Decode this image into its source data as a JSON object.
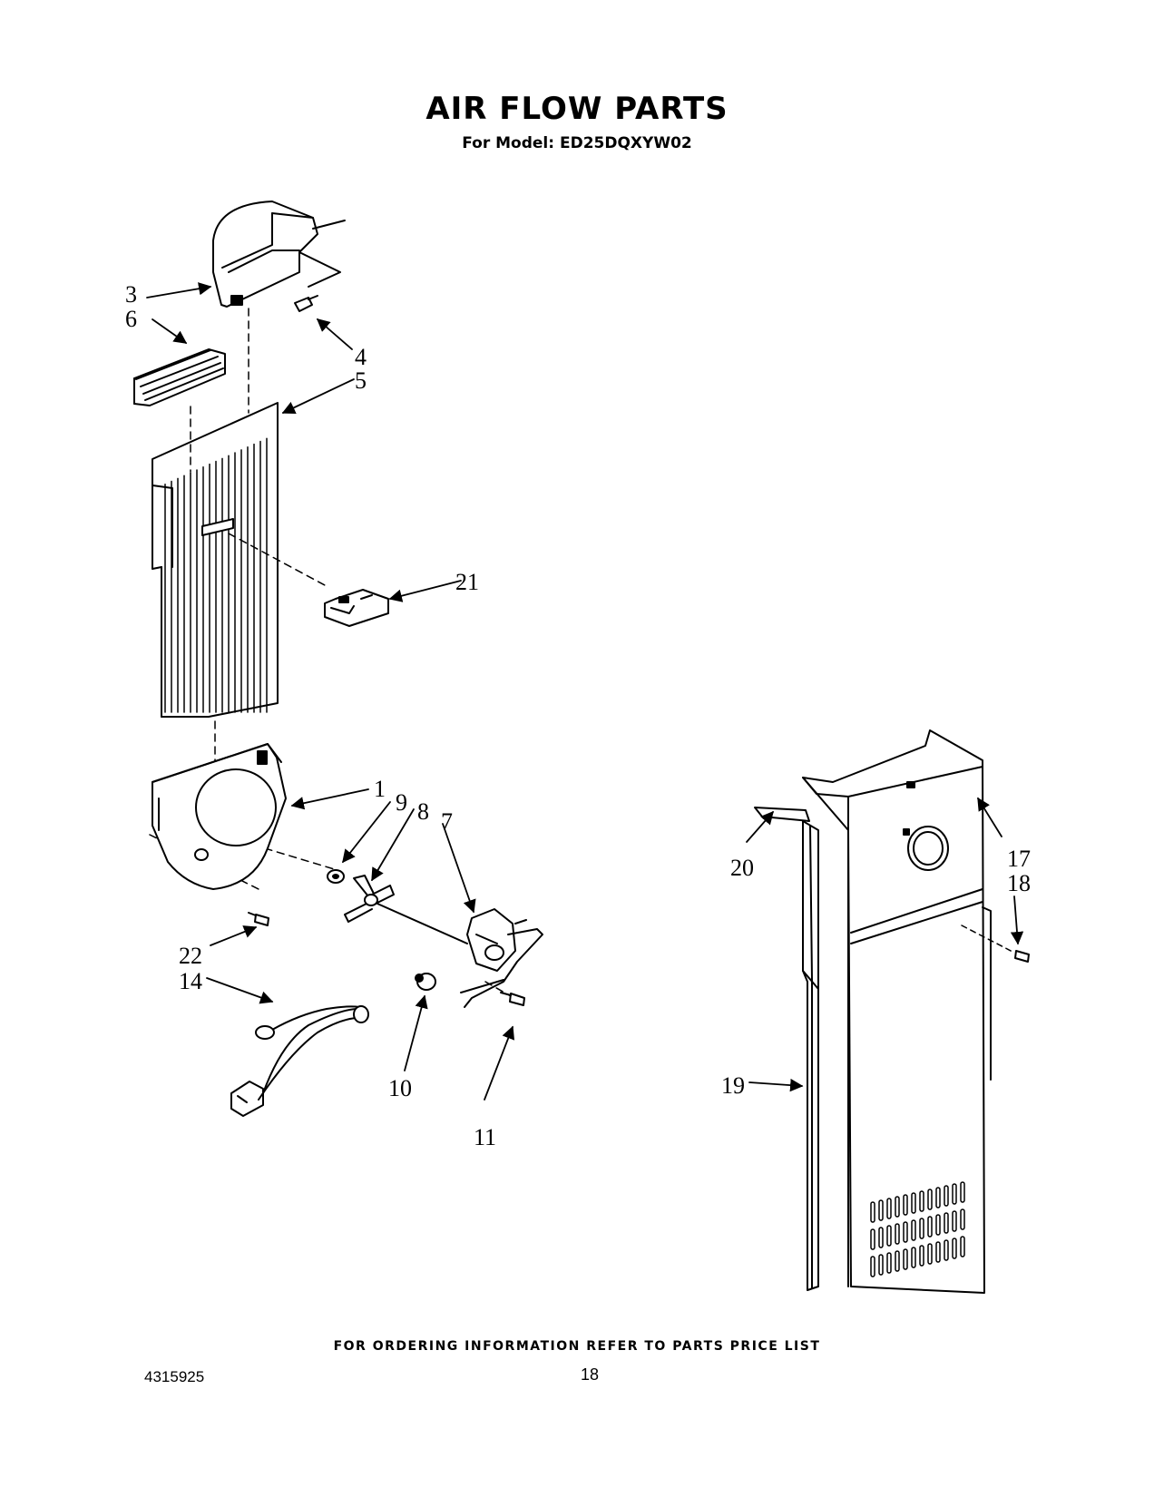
{
  "header": {
    "title": "AIR FLOW PARTS",
    "subtitle": "For Model: ED25DQXYW02"
  },
  "diagram": {
    "callouts": [
      "1",
      "3",
      "4",
      "5",
      "6",
      "7",
      "8",
      "9",
      "10",
      "11",
      "14",
      "17",
      "18",
      "19",
      "20",
      "21",
      "22"
    ]
  },
  "footer": {
    "ordering_note": "FOR ORDERING INFORMATION REFER TO PARTS PRICE LIST",
    "doc_number": "4315925",
    "page_number": "18"
  },
  "colors": {
    "ink": "#000000",
    "paper": "#ffffff"
  }
}
